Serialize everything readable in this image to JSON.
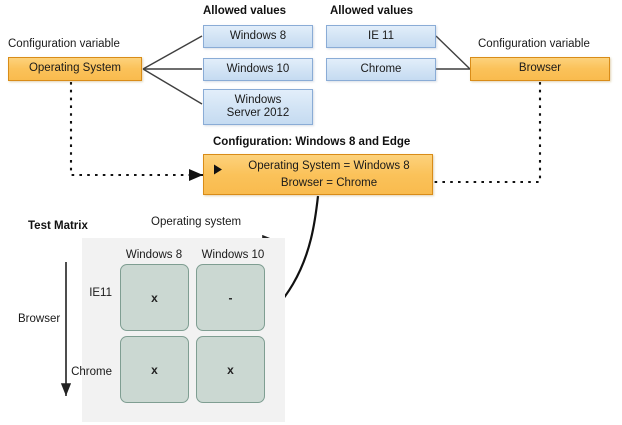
{
  "colors": {
    "orange_fill": "#fbc25a",
    "orange_border": "#d98c18",
    "blue_fill": "#d3e4f5",
    "blue_border": "#8aacd6",
    "green_cell": "#cbd8d2",
    "green_border": "#7f9e92",
    "panel_gray": "#f2f2f2",
    "line": "#3a3a3a"
  },
  "os_group": {
    "variable_caption": "Configuration variable",
    "variable_label": "Operating System",
    "allowed_values_caption": "Allowed values",
    "values": [
      {
        "label": "Windows 8"
      },
      {
        "label": "Windows 10"
      },
      {
        "label": "Windows\nServer 2012",
        "line1": "Windows",
        "line2": "Server 2012"
      }
    ]
  },
  "browser_group": {
    "variable_caption": "Configuration variable",
    "variable_label": "Browser",
    "allowed_values_caption": "Allowed values",
    "values": [
      {
        "label": "IE 11"
      },
      {
        "label": "Chrome"
      }
    ]
  },
  "configuration": {
    "title": "Configuration: Windows 8 and Edge",
    "line1": "Operating System = Windows 8",
    "line2": "Browser = Chrome"
  },
  "matrix": {
    "title": "Test Matrix",
    "x_axis_label": "Operating system",
    "y_axis_label": "Browser",
    "columns": [
      "Windows 8",
      "Windows 10"
    ],
    "rows": [
      "IE11",
      "Chrome"
    ],
    "cells": [
      [
        "x",
        "-"
      ],
      [
        "x",
        "x"
      ]
    ]
  }
}
